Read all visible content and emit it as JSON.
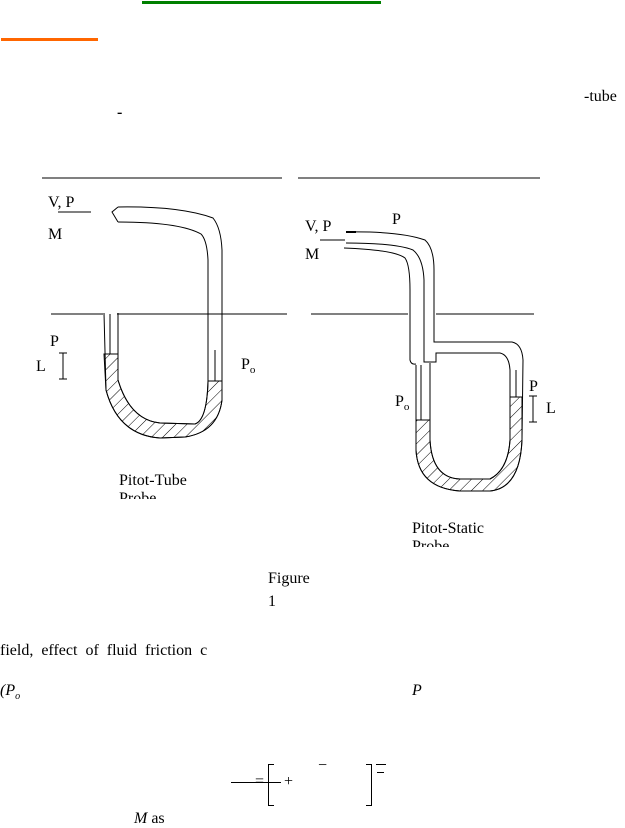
{
  "colors": {
    "heading_rule": "#008000",
    "section_rule": "#ff6600"
  },
  "intro": {
    "fragment_right": "-tube",
    "fragment_left": "-"
  },
  "figure_left": {
    "flow_label": "V, P",
    "mach_label": "M",
    "pressure_label": "P",
    "length_label": "L",
    "stagnation_label": "Po",
    "stagnation_base": "P",
    "stagnation_sub": "o",
    "caption": "Pitot-Tube",
    "caption_cut": "Probe"
  },
  "figure_right": {
    "flow_label": "V, P",
    "mach_label": "M",
    "static_label": "P",
    "stagnation_base": "P",
    "stagnation_sub": "o",
    "pressure_label": "P",
    "length_label": "L",
    "caption": "Pitot-Static",
    "caption_cut": "Probe"
  },
  "figure_caption": {
    "word": "Figure",
    "number": "1"
  },
  "body": {
    "line1": "field,  effect  of  fluid  friction  c",
    "line2_left": "(P",
    "line2_left_sub": "o",
    "line2_right": "P",
    "equation": {
      "equals": "=",
      "plus": "+",
      "minus": "−"
    },
    "line3_var": "M",
    "line3_text": " as"
  }
}
